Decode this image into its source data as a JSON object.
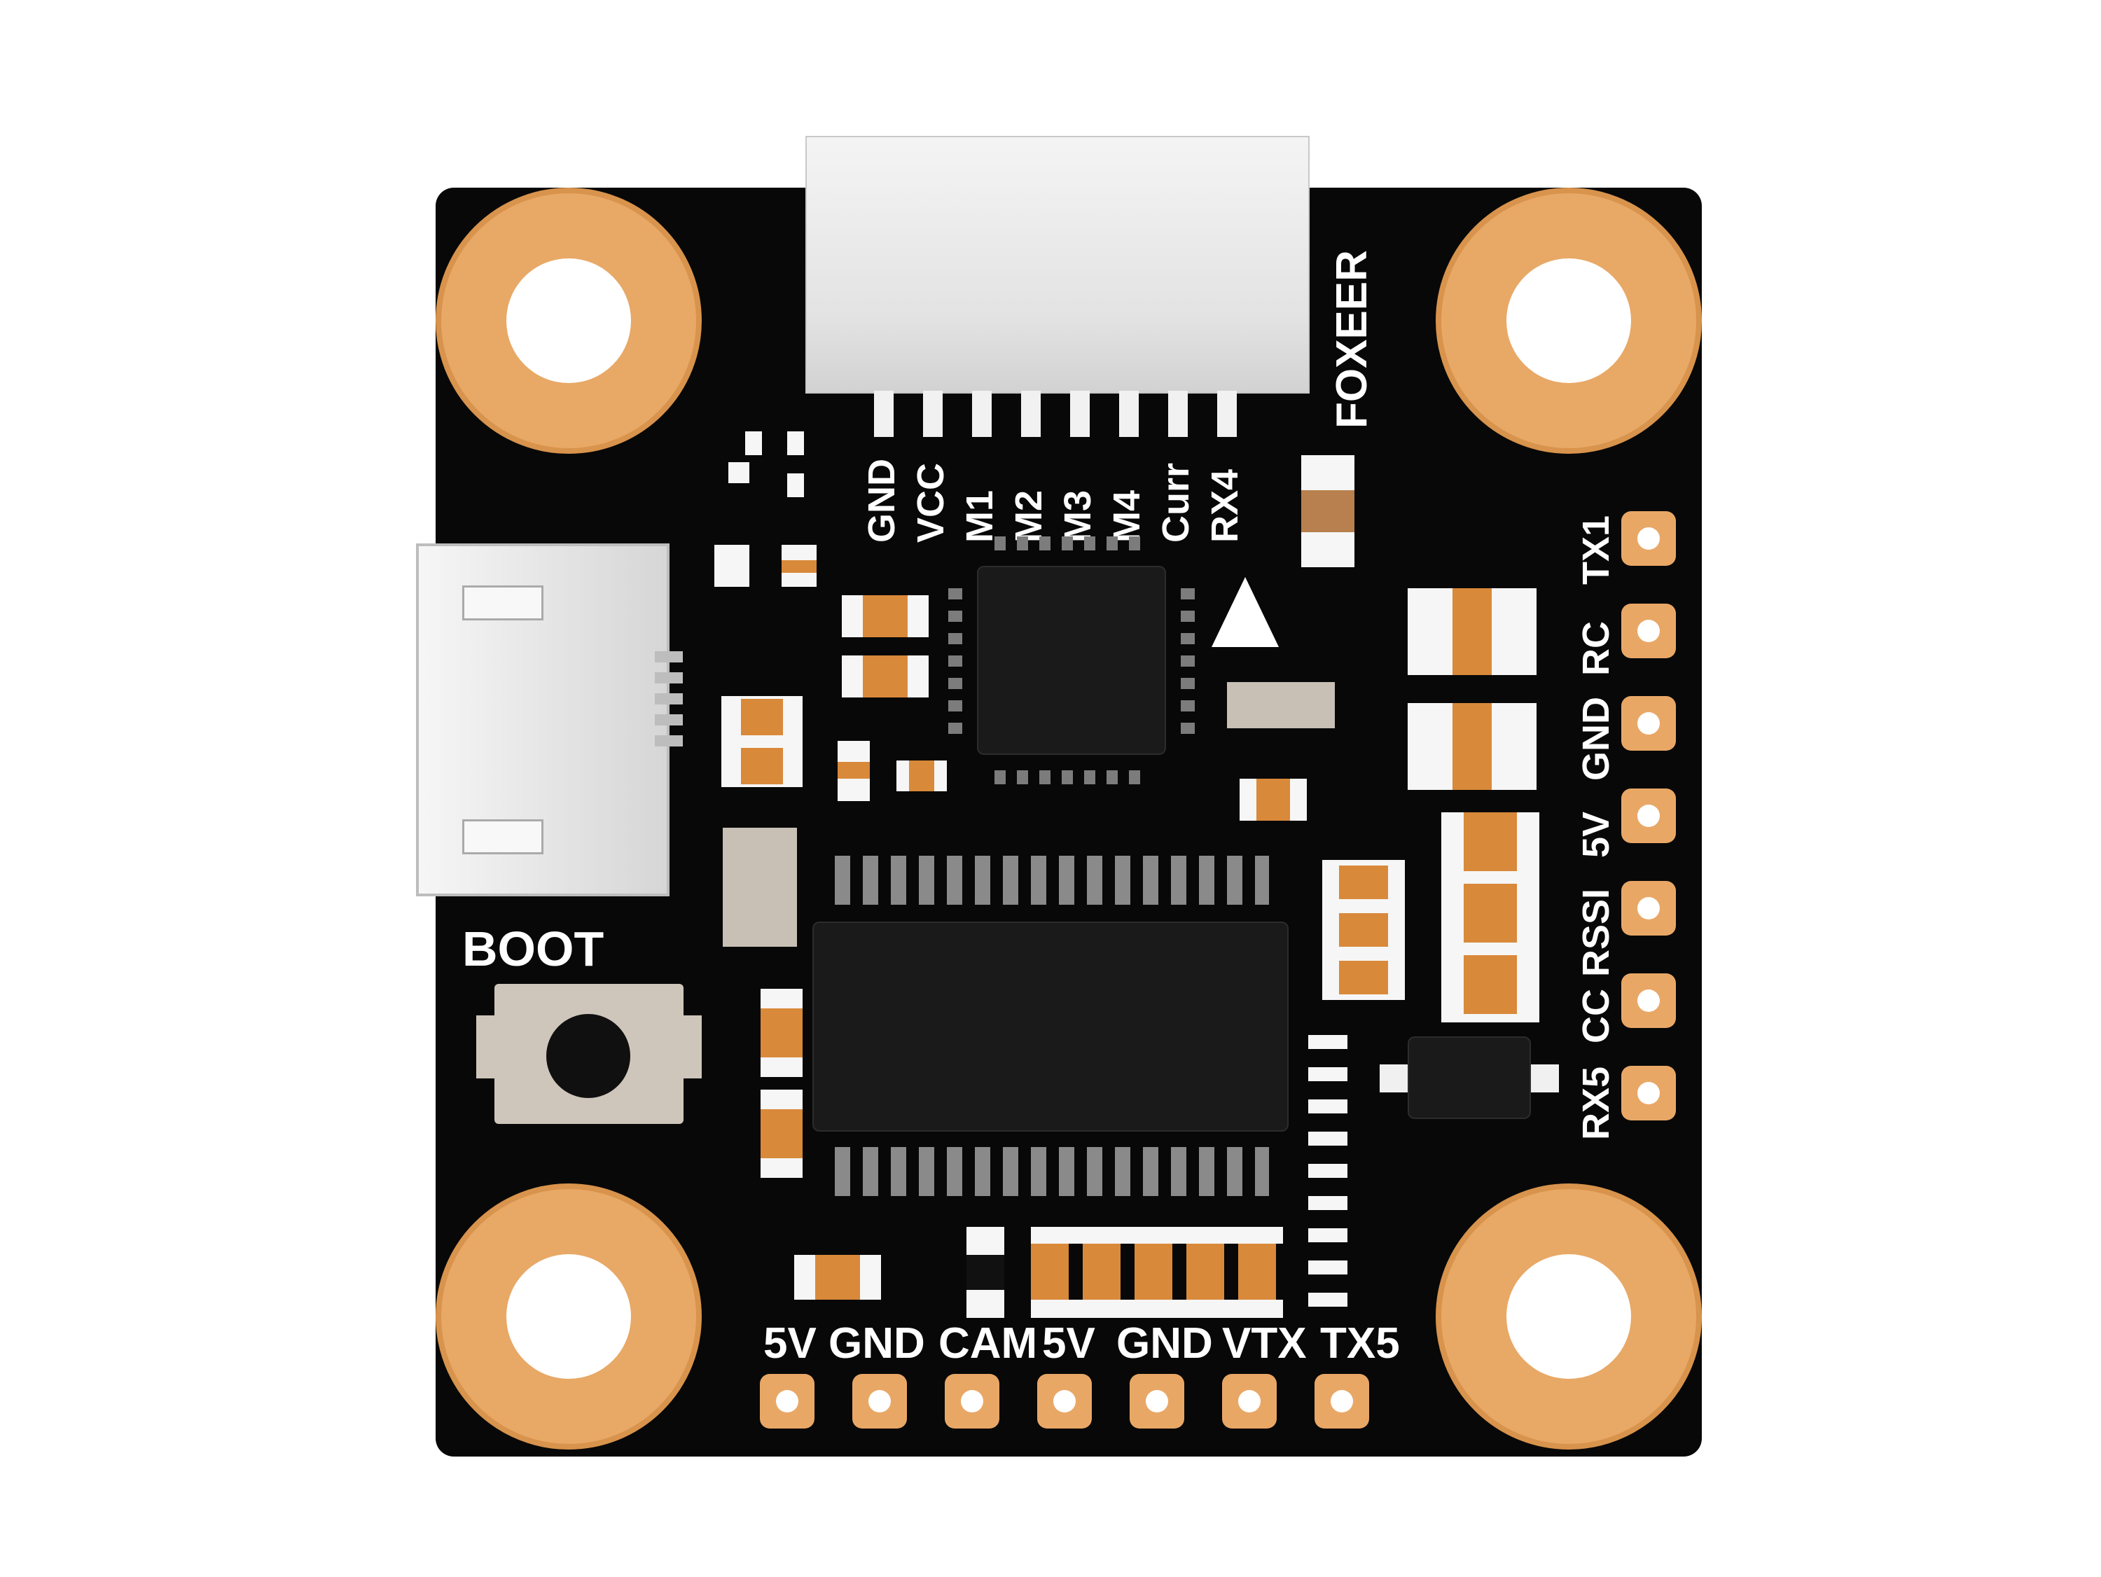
{
  "brand": "FOXEER",
  "top_connector_labels": [
    "GND",
    "VCC",
    "M1",
    "M2",
    "M3",
    "M4",
    "Curr",
    "RX4"
  ],
  "right_pad_labels": [
    "TX1",
    "RC",
    "GND",
    "5V",
    "RSSI",
    "CC",
    "RX5"
  ],
  "bottom_pad_labels": [
    "5V",
    "GND",
    "CAM",
    "5V",
    "GND",
    "VTX",
    "TX5"
  ],
  "boot_label": "BOOT",
  "colors": {
    "board": "#080808",
    "copper": "#e8a866",
    "connector": "#eeeeee",
    "silkscreen": "#ffffff"
  }
}
